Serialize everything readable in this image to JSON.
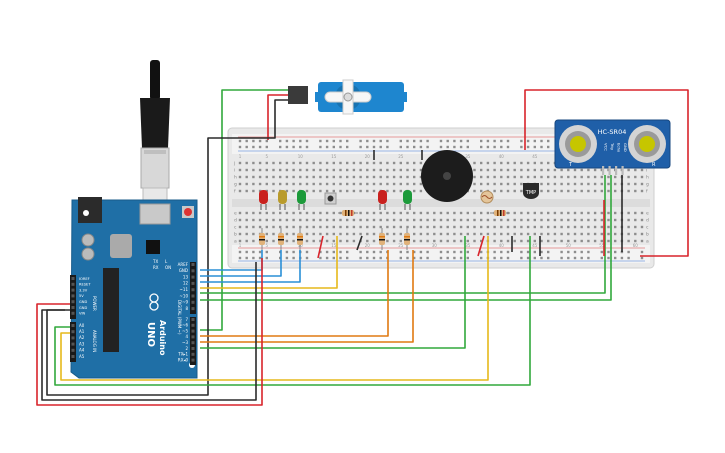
{
  "arduino": {
    "brand": "Arduino",
    "model": "UNO",
    "power_header": [
      "IOREF",
      "RESET",
      "3.3V",
      "5V",
      "GND",
      "GND",
      "VIN"
    ],
    "analog_header": [
      "A0",
      "A1",
      "A2",
      "A3",
      "A4",
      "A5"
    ],
    "power_title": "POWER",
    "analog_title": "ANALOG IN",
    "digital_top": [
      "AREF",
      "GND",
      "13",
      "12",
      "~11",
      "~10",
      "~9",
      "8"
    ],
    "digital_bottom": [
      "7",
      "~6",
      "~5",
      "4",
      "~3",
      "2",
      "TX▸1",
      "RX◂0"
    ],
    "digital_title": "DIGITAL (PWM ~)",
    "tx_label": "TX",
    "rx_label": "RX",
    "l_label": "L",
    "on_label": "ON"
  },
  "breadboard": {
    "row_letters_top": [
      "j",
      "i",
      "h",
      "g",
      "f"
    ],
    "row_letters_bottom": [
      "e",
      "d",
      "c",
      "b",
      "a"
    ],
    "column_numbers": [
      "1",
      "5",
      "10",
      "15",
      "20",
      "25",
      "30",
      "35",
      "40",
      "45",
      "50",
      "55",
      "60"
    ]
  },
  "ultrasonic": {
    "model": "HC-SR04",
    "pins": [
      "VCC",
      "Trig",
      "Echo",
      "GND"
    ],
    "tx_mark": "T",
    "rx_mark": "R"
  },
  "temp_sensor": {
    "label": "TMP"
  },
  "colors": {
    "wire_red": "#d8242b",
    "wire_black": "#2b2b2b",
    "wire_green": "#31a83c",
    "wire_blue": "#2a8fd6",
    "wire_orange": "#e07a12",
    "wire_yellow": "#e6b91c",
    "board_blue": "#1f6fa6",
    "breadboard": "#ececec",
    "led_red": "#c9211e",
    "led_yellow": "#b99b2c",
    "led_green": "#1c9a3a"
  }
}
